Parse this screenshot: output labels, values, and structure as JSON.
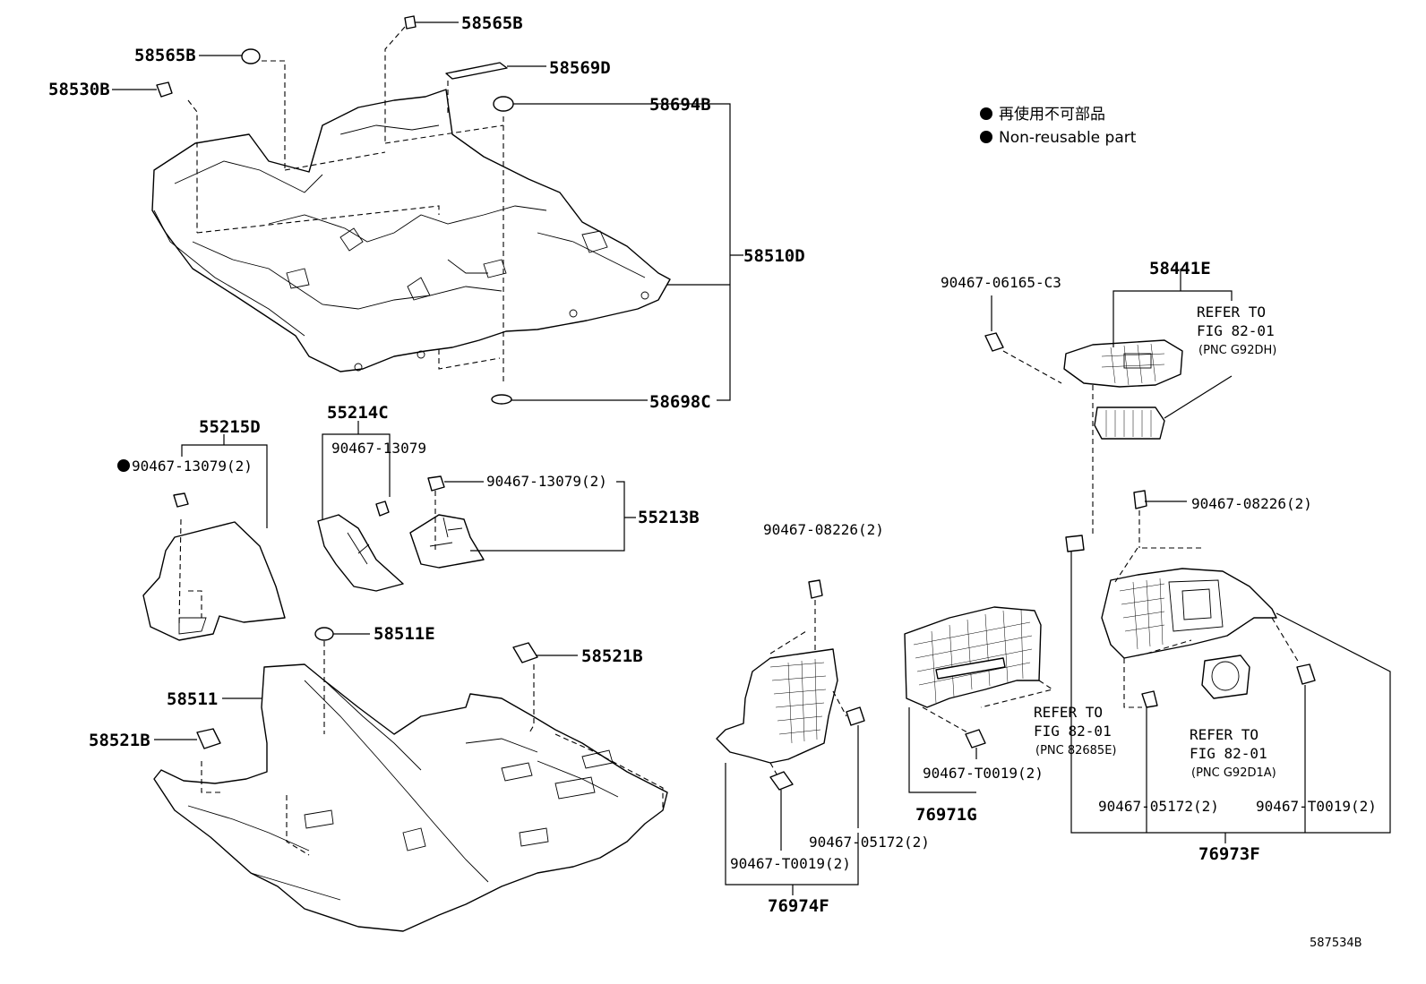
{
  "legend": {
    "dot_text_jp": "再使用不可部品",
    "dot_text_en": "Non-reusable part"
  },
  "figure_number": "587534B",
  "parts": {
    "p58565B_top": "58565B",
    "p58565B_left": "58565B",
    "p58569D": "58569D",
    "p58530B": "58530B",
    "p58694B": "58694B",
    "p58510D": "58510D",
    "p58698C": "58698C",
    "p55215D": "55215D",
    "p55215D_clip": "90467-13079(2)",
    "p55214C": "55214C",
    "p55214C_clip": "90467-13079",
    "p55213B_clip": "90467-13079(2)",
    "p55213B": "55213B",
    "p58511E": "58511E",
    "p58521B_right": "58521B",
    "p58511": "58511",
    "p58521B_left": "58521B",
    "p90467_06165": "90467-06165-C3",
    "p58441E": "58441E",
    "p76974F_top_clip": "90467-08226(2)",
    "p76974F_clip_a": "90467-T0019(2)",
    "p76974F_clip_b": "90467-05172(2)",
    "p76974F": "76974F",
    "p76971G_clip": "90467-T0019(2)",
    "p76971G": "76971G",
    "p76973F_top_clip": "90467-08226(2)",
    "p76973F_clip_a": "90467-05172(2)",
    "p76973F_clip_b": "90467-T0019(2)",
    "p76973F": "76973F"
  },
  "refs": {
    "ref1": {
      "line1": "REFER TO",
      "line2": "FIG 82-01",
      "line3": "(PNC G92DH)"
    },
    "ref2": {
      "line1": "REFER TO",
      "line2": "FIG 82-01",
      "line3": "(PNC 82685E)"
    },
    "ref3": {
      "line1": "REFER TO",
      "line2": "FIG 82-01",
      "line3": "(PNC G92D1A)"
    }
  }
}
